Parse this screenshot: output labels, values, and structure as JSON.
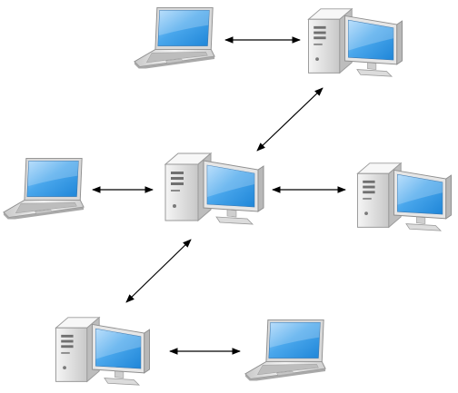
{
  "diagram": {
    "nodes": [
      {
        "id": "laptop-top",
        "kind": "laptop"
      },
      {
        "id": "desktop-top",
        "kind": "desktop"
      },
      {
        "id": "laptop-mid",
        "kind": "laptop"
      },
      {
        "id": "desktop-center",
        "kind": "desktop"
      },
      {
        "id": "desktop-right",
        "kind": "desktop"
      },
      {
        "id": "desktop-bottom",
        "kind": "desktop"
      },
      {
        "id": "laptop-bottom",
        "kind": "laptop"
      }
    ],
    "connections": [
      {
        "from": "laptop-top",
        "to": "desktop-top",
        "arrows": "both"
      },
      {
        "from": "desktop-top",
        "to": "desktop-center",
        "arrows": "both"
      },
      {
        "from": "laptop-mid",
        "to": "desktop-center",
        "arrows": "both"
      },
      {
        "from": "desktop-center",
        "to": "desktop-right",
        "arrows": "both"
      },
      {
        "from": "desktop-center",
        "to": "desktop-bottom",
        "arrows": "both"
      },
      {
        "from": "desktop-bottom",
        "to": "laptop-bottom",
        "arrows": "both"
      }
    ]
  },
  "colors": {
    "screen": "#4aa7ec",
    "case": "#e8e8e8",
    "arrow": "#000000"
  },
  "icons": {
    "laptop": "laptop-icon",
    "desktop": "desktop-computer-icon"
  }
}
